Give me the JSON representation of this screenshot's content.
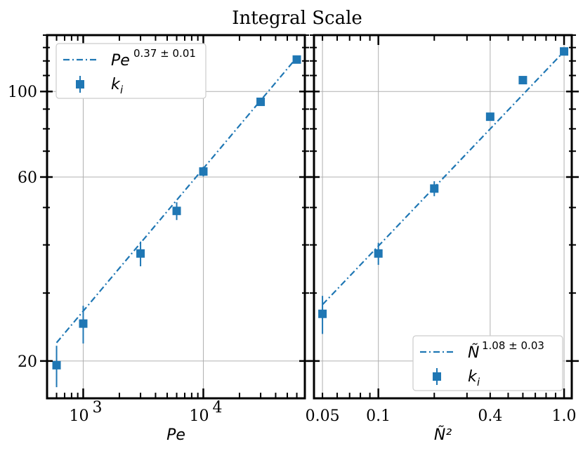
{
  "title": "Integral Scale",
  "colors": {
    "series": "#1f77b4",
    "grid": "#b0b0b0"
  },
  "chart_data": [
    {
      "type": "scatter",
      "xscale": "log",
      "yscale": "log",
      "xlabel": "Pe",
      "ylabel": "",
      "xlim": [
        500,
        70000
      ],
      "ylim": [
        16,
        140
      ],
      "x_ticklabels": [
        {
          "value": 1000,
          "base": "10",
          "exp": "3"
        },
        {
          "value": 10000,
          "base": "10",
          "exp": "4"
        }
      ],
      "y_ticklabels": [
        {
          "value": 20,
          "label": "20"
        },
        {
          "value": 60,
          "label": "60"
        },
        {
          "value": 100,
          "label": "100"
        }
      ],
      "grid": true,
      "legend_position": "top-left",
      "fit": {
        "name_base": "Pe",
        "name_exp": "0.37 ± 0.01",
        "x": [
          600,
          60000
        ],
        "y": [
          22.3,
          122.5
        ]
      },
      "series": [
        {
          "name": "k",
          "name_sub": "i",
          "points": [
            {
              "x": 600,
              "y": 19.5,
              "err": 2.4
            },
            {
              "x": 1000,
              "y": 25.0,
              "err": 2.8
            },
            {
              "x": 3000,
              "y": 38.0,
              "err": 2.8
            },
            {
              "x": 6000,
              "y": 49.0,
              "err": 2.6
            },
            {
              "x": 10000,
              "y": 62.0,
              "err": 1.8
            },
            {
              "x": 30000,
              "y": 94.0,
              "err": 1.5
            },
            {
              "x": 60000,
              "y": 121.0,
              "err": 1.0
            }
          ]
        }
      ]
    },
    {
      "type": "scatter",
      "xscale": "log",
      "yscale": "log",
      "xlabel": "Ñ²",
      "ylabel": "",
      "xlim": [
        0.045,
        1.1
      ],
      "ylim": [
        16,
        140
      ],
      "x_ticklabels": [
        {
          "value": 0.05,
          "label": "0.05"
        },
        {
          "value": 0.1,
          "label": "0.1"
        },
        {
          "value": 0.4,
          "label": "0.4"
        },
        {
          "value": 1.0,
          "label": "1.0"
        }
      ],
      "grid": true,
      "legend_position": "bottom-right",
      "fit": {
        "name_base": "Ñ",
        "name_exp": "1.08 ± 0.03",
        "x": [
          0.05,
          1.0
        ],
        "y": [
          28.0,
          127.0
        ]
      },
      "series": [
        {
          "name": "k",
          "name_sub": "i",
          "points": [
            {
              "x": 0.05,
              "y": 26.5,
              "err": 3.0
            },
            {
              "x": 0.1,
              "y": 38.0,
              "err": 2.5
            },
            {
              "x": 0.2,
              "y": 56.0,
              "err": 2.5
            },
            {
              "x": 0.4,
              "y": 86.0,
              "err": 2.0
            },
            {
              "x": 0.6,
              "y": 107.0,
              "err": 1.5
            },
            {
              "x": 1.0,
              "y": 127.0,
              "err": 1.0
            }
          ]
        }
      ]
    }
  ]
}
